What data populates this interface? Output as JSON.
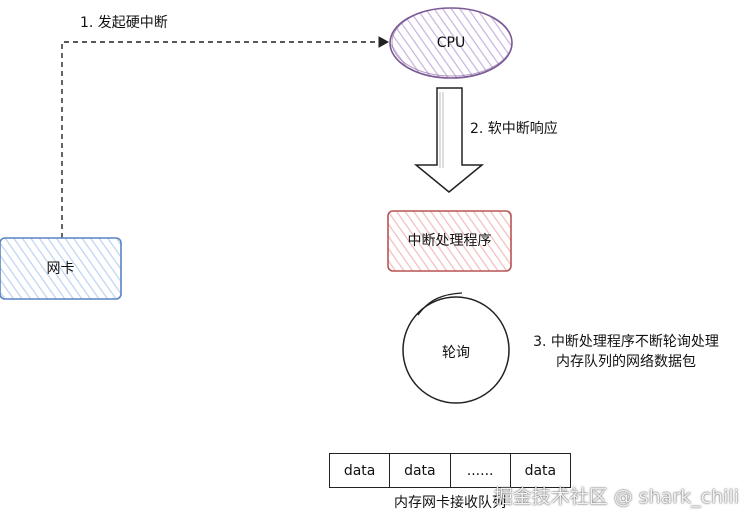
{
  "nodes": {
    "cpu": "CPU",
    "nic": "网卡",
    "handler": "中断处理程序",
    "poll": "轮询"
  },
  "steps": {
    "step1": "1. 发起硬中断",
    "step2": "2. 软中断响应",
    "step3_line1": "3. 中断处理程序不断轮询处理",
    "step3_line2": "内存队列的网络数据包"
  },
  "queue": {
    "cells": [
      "data",
      "data",
      "......",
      "data"
    ],
    "caption": "内存网卡接收队列"
  },
  "watermark": "掘金技术社区 @ shark_chili",
  "colors": {
    "cpu_fill": "#c9b3dd",
    "cpu_stroke": "#7b5a96",
    "nic_fill": "#bcd3f0",
    "nic_stroke": "#5a84c2",
    "handler_fill": "#f2bcbc",
    "handler_stroke": "#b85454"
  }
}
